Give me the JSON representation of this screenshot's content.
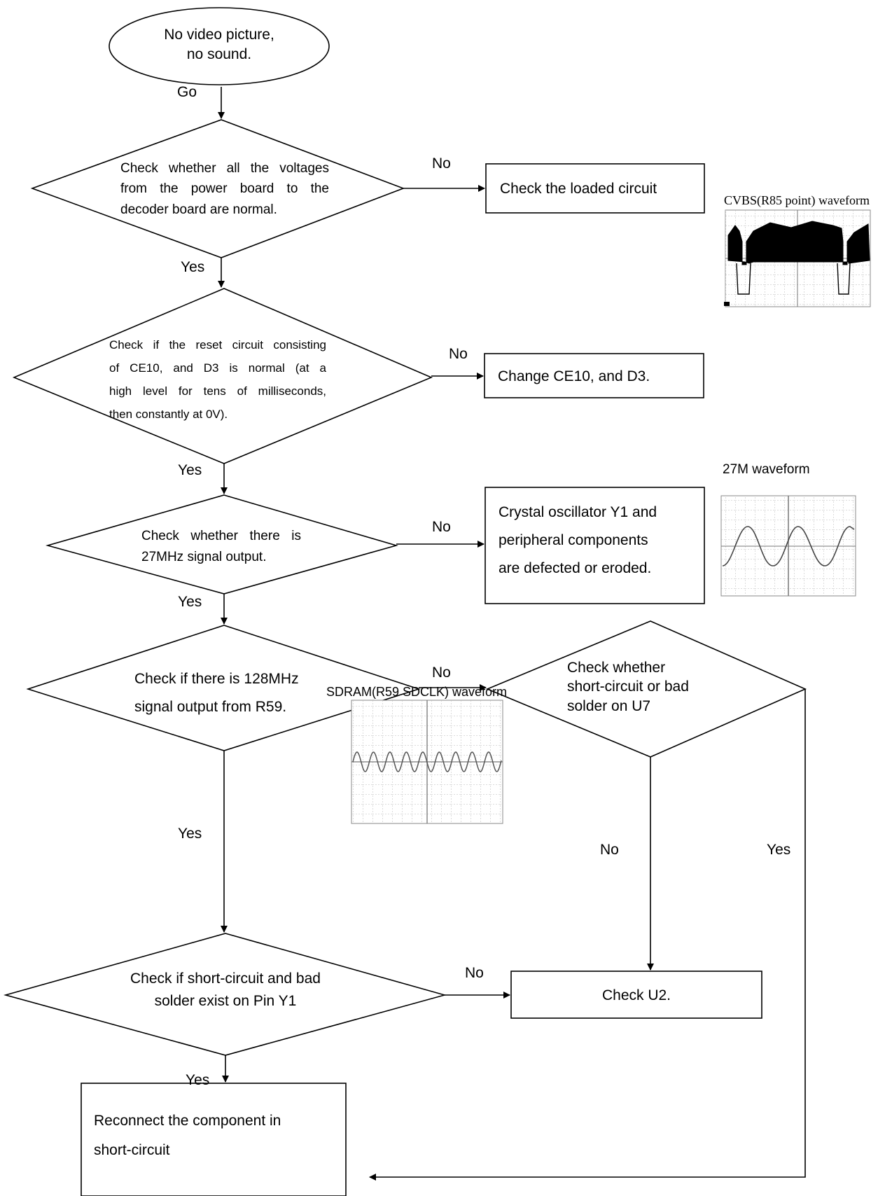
{
  "start": {
    "line1": "No video picture,",
    "line2": "no sound."
  },
  "labels": {
    "go": "Go",
    "yes": "Yes",
    "no": "No"
  },
  "decisions": {
    "d1": [
      "Check whether all the voltages",
      "from the power board to the",
      "decoder board are normal."
    ],
    "d2": [
      "Check if the reset circuit consisting",
      "of CE10, and D3 is normal (at a",
      "high level for tens of milliseconds,",
      "then constantly at 0V)."
    ],
    "d3": [
      "Check whether there is",
      "27MHz signal output."
    ],
    "d4": [
      "Check if there is 128MHz",
      "signal output from R59."
    ],
    "d5": [
      "Check whether",
      "short-circuit or bad",
      "solder on U7"
    ],
    "d6": [
      "Check if short-circuit and bad",
      "solder exist on Pin Y1"
    ]
  },
  "actions": {
    "a1": "Check the loaded circuit",
    "a2": "Change CE10, and D3.",
    "a3": [
      "Crystal oscillator Y1 and",
      "peripheral components",
      "are defected or eroded."
    ],
    "a4": "Check U2.",
    "a5": [
      "Reconnect the component in",
      "short-circuit"
    ]
  },
  "waveforms": {
    "cvbs": "CVBS(R85 point) waveform",
    "m27": "27M waveform",
    "sdram": "SDRAM(R59 SDCLK) waveform"
  }
}
